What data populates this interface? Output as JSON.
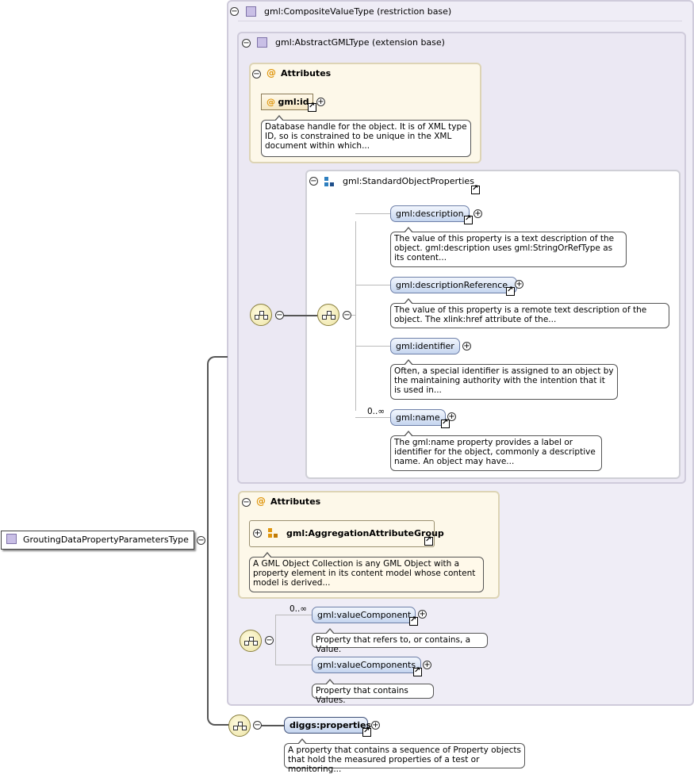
{
  "root_type": "GroutingDataPropertyParametersType",
  "composite": {
    "title": "gml:CompositeValueType (restriction base)"
  },
  "abstract": {
    "title": "gml:AbstractGMLType (extension base)"
  },
  "attributes1": {
    "title": "Attributes",
    "id_label": "gml:id",
    "id_desc": "Database handle for the object. It is of XML type ID, so is constrained to be unique in the XML document within which..."
  },
  "std_props": {
    "title": "gml:StandardObjectProperties",
    "elements": [
      {
        "label": "gml:description",
        "desc": "The value of this property is a text description of the object. gml:description uses gml:StringOrRefType as its content..."
      },
      {
        "label": "gml:descriptionReference",
        "desc": "The value of this property is a remote text description of the object. The xlink:href attribute of the..."
      },
      {
        "label": "gml:identifier",
        "desc": "Often, a special identifier is assigned to an object by the maintaining authority with the intention that it is used in..."
      },
      {
        "label": "gml:name",
        "desc": "The gml:name property provides a label or identifier for the object, commonly a descriptive name. An object may have...",
        "card": "0..∞"
      }
    ]
  },
  "attributes2": {
    "title": "Attributes",
    "group_label": "gml:AggregationAttributeGroup",
    "group_desc": "A GML Object Collection is any GML Object with a property element in its content model whose content model is derived..."
  },
  "value_choice": {
    "elements": [
      {
        "label": "gml:valueComponent",
        "desc": "Property that refers to, or contains, a Value.",
        "card": "0..∞"
      },
      {
        "label": "gml:valueComponents",
        "desc": "Property that contains Values."
      }
    ]
  },
  "diggs": {
    "label": "diggs:properties",
    "desc": "A property that contains a sequence of Property objects that hold the measured properties of a test or monitoring..."
  }
}
